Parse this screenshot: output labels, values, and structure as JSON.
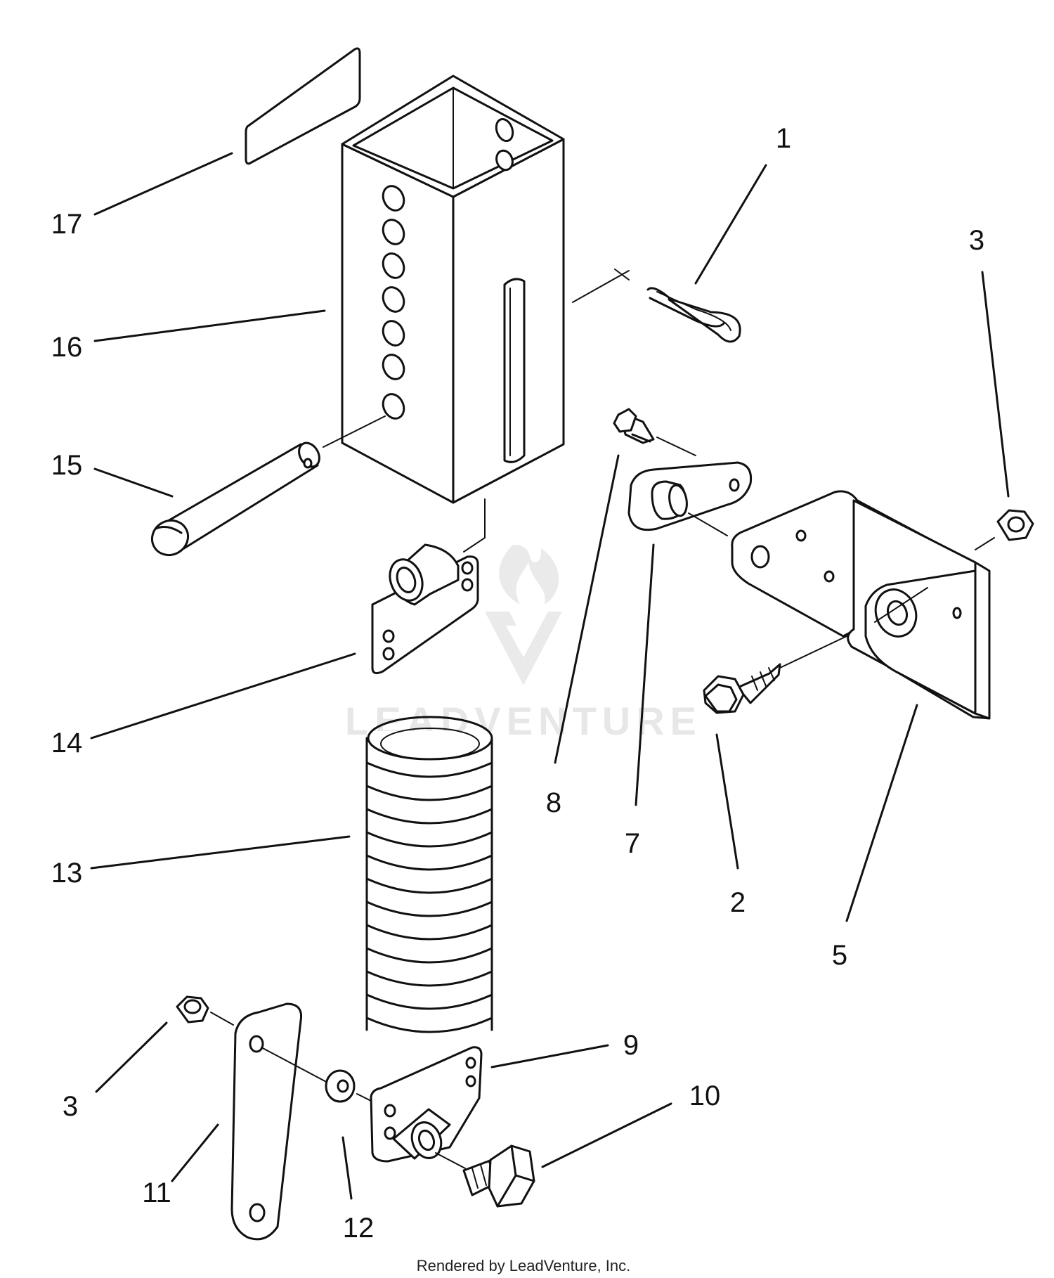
{
  "diagram": {
    "callouts": [
      {
        "id": "c1",
        "label": "1"
      },
      {
        "id": "c2",
        "label": "2"
      },
      {
        "id": "c3a",
        "label": "3"
      },
      {
        "id": "c3b",
        "label": "3"
      },
      {
        "id": "c5",
        "label": "5"
      },
      {
        "id": "c7",
        "label": "7"
      },
      {
        "id": "c8",
        "label": "8"
      },
      {
        "id": "c9",
        "label": "9"
      },
      {
        "id": "c10",
        "label": "10"
      },
      {
        "id": "c11",
        "label": "11"
      },
      {
        "id": "c12",
        "label": "12"
      },
      {
        "id": "c13",
        "label": "13"
      },
      {
        "id": "c14",
        "label": "14"
      },
      {
        "id": "c15",
        "label": "15"
      },
      {
        "id": "c16",
        "label": "16"
      },
      {
        "id": "c17",
        "label": "17"
      }
    ],
    "watermark": "LEADVENTURE",
    "footer": "Rendered by LeadVenture, Inc."
  }
}
